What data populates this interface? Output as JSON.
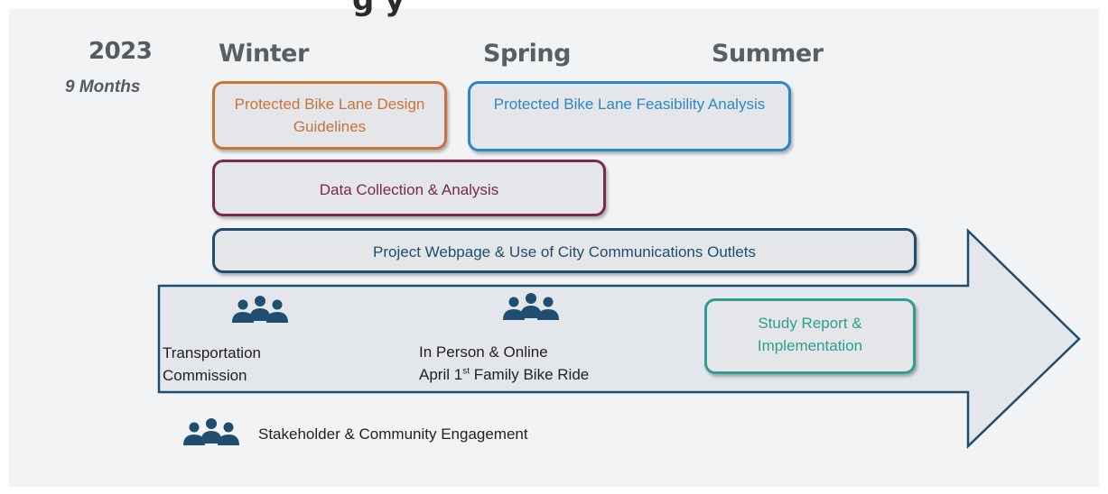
{
  "header": {
    "title_fragment": "g  y",
    "year": "2023",
    "duration": "9 Months"
  },
  "seasons": [
    "Winter",
    "Spring",
    "Summer"
  ],
  "boxes": {
    "design_guidelines": {
      "line1": "Protected Bike Lane Design",
      "line2": "Guidelines",
      "color": "#c8733a"
    },
    "feasibility": {
      "label": "Protected Bike Lane Feasibility Analysis",
      "color": "#2c87c9"
    },
    "data_collection": {
      "label": "Data Collection & Analysis",
      "color": "#7a2a4e"
    },
    "webpage": {
      "label": "Project Webpage & Use of City Communications Outlets",
      "color": "#1f4e6e"
    },
    "study_report": {
      "line1": "Study Report &",
      "line2": "Implementation",
      "color": "#2e9e8f"
    }
  },
  "engagement": {
    "transportation": {
      "line1": "Transportation",
      "line2": "Commission",
      "icon": "people-group-icon"
    },
    "in_person": {
      "line1": "In Person & Online",
      "line2_pre": "April 1",
      "line2_sup": "st",
      "line2_post": " Family Bike Ride",
      "icon": "people-group-icon"
    },
    "legend": {
      "label": "Stakeholder & Community Engagement",
      "icon": "people-group-icon"
    }
  },
  "colors": {
    "arrow_fill": "#e3e6ea",
    "arrow_stroke": "#1f4e6e",
    "icon": "#1f4e6e"
  }
}
